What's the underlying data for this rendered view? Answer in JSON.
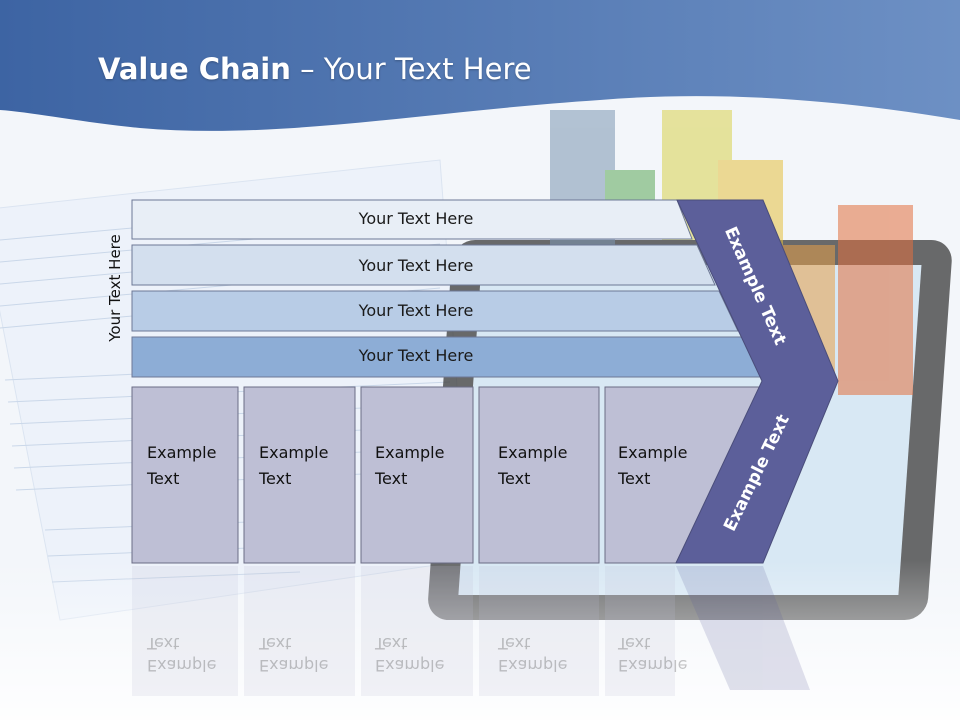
{
  "title": {
    "bold": "Value Chain",
    "rest": " – Your Text Here"
  },
  "side_label": "Your Text Here",
  "rows": [
    {
      "label": "Your Text Here",
      "fill": "#e8eef6"
    },
    {
      "label": "Your Text Here",
      "fill": "#d3dfee"
    },
    {
      "label": "Your Text Here",
      "fill": "#b8cce6"
    },
    {
      "label": "Your Text Here",
      "fill": "#8dadd6"
    }
  ],
  "columns": [
    {
      "line1": "Example",
      "line2": "Text"
    },
    {
      "line1": "Example",
      "line2": "Text"
    },
    {
      "line1": "Example",
      "line2": "Text"
    },
    {
      "line1": "Example",
      "line2": "Text"
    },
    {
      "line1": "Example",
      "line2": "Text"
    }
  ],
  "chevron": {
    "top_label": "Example Text",
    "bottom_label": "Example Text",
    "color": "#5c5f9a"
  },
  "colors": {
    "header": "#3f66a6",
    "column_fill": "#bebfd5",
    "column_border": "#6b6c85"
  }
}
